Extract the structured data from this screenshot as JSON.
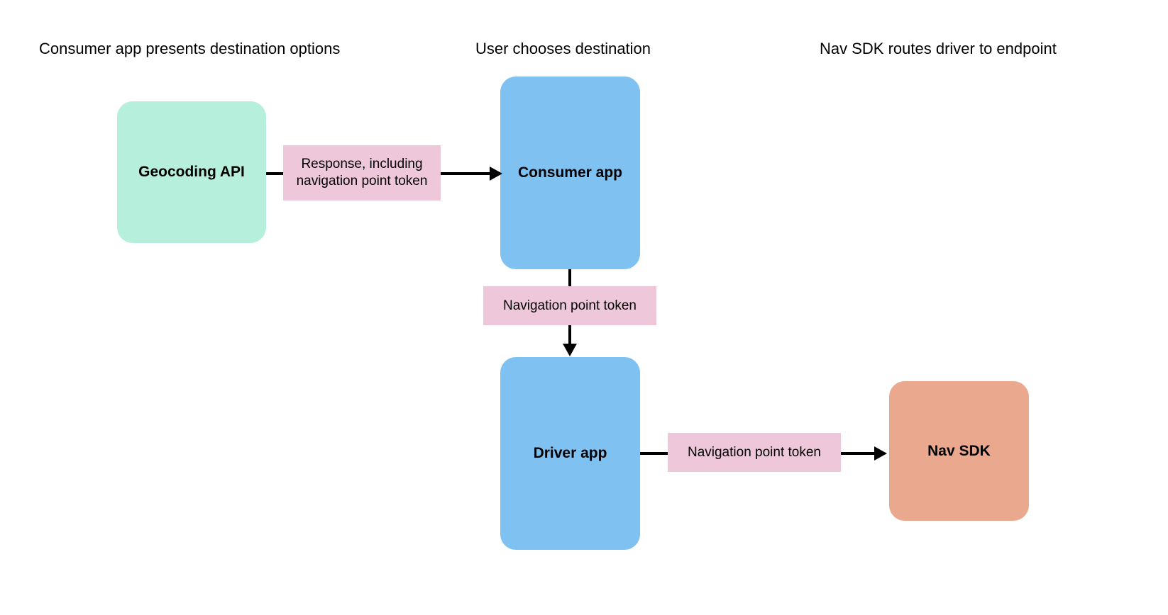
{
  "diagram": {
    "background_color": "#ffffff",
    "columns": [
      {
        "label": "Consumer app presents destination options"
      },
      {
        "label": "User chooses destination"
      },
      {
        "label": "Nav SDK routes driver to endpoint"
      }
    ],
    "nodes": [
      {
        "id": "geocoding",
        "label": "Geocoding API",
        "color": "#b6f0dc"
      },
      {
        "id": "consumer",
        "label": "Consumer app",
        "color": "#7fc1f0"
      },
      {
        "id": "driver",
        "label": "Driver app",
        "color": "#7fc1f0"
      },
      {
        "id": "navsdk",
        "label": "Nav SDK",
        "color": "#eaa88f"
      }
    ],
    "edges": [
      {
        "id": "geocoding-to-consumer",
        "from": "geocoding",
        "to": "consumer",
        "label": "Response, including navigation point token",
        "label_color": "#eec7db",
        "direction": "right"
      },
      {
        "id": "consumer-to-driver",
        "from": "consumer",
        "to": "driver",
        "label": "Navigation point token",
        "label_color": "#eec7db",
        "direction": "down"
      },
      {
        "id": "driver-to-navsdk",
        "from": "driver",
        "to": "navsdk",
        "label": "Navigation point token",
        "label_color": "#eec7db",
        "direction": "right"
      }
    ]
  }
}
